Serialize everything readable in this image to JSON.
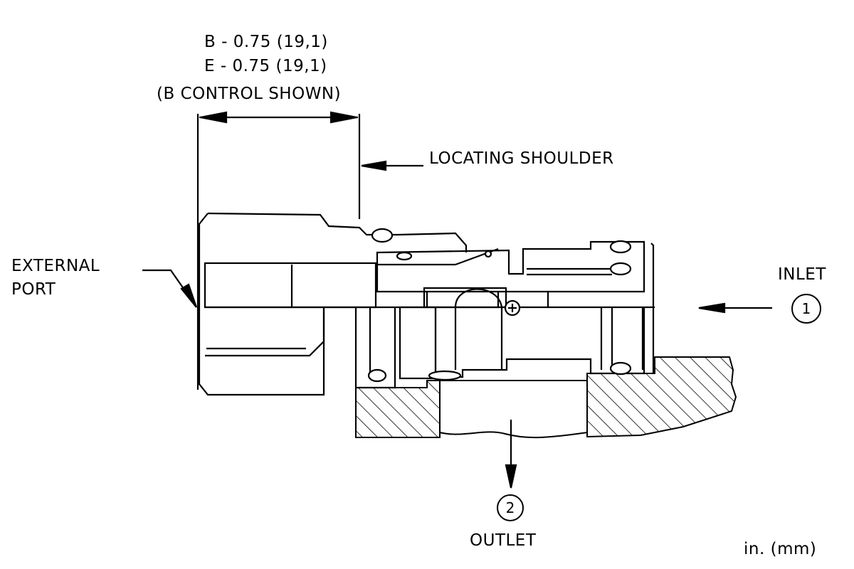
{
  "dimension": {
    "line1": "B - 0.75 (19,1)",
    "line2": "E - 0.75 (19,1)",
    "line3": "(B CONTROL SHOWN)"
  },
  "callouts": {
    "locating_shoulder": "LOCATING SHOULDER",
    "external_port_line1": "EXTERNAL",
    "external_port_line2": "PORT"
  },
  "ports": {
    "inlet_label": "INLET",
    "inlet_number": "1",
    "outlet_label": "OUTLET",
    "outlet_number": "2"
  },
  "units": "in. (mm)"
}
